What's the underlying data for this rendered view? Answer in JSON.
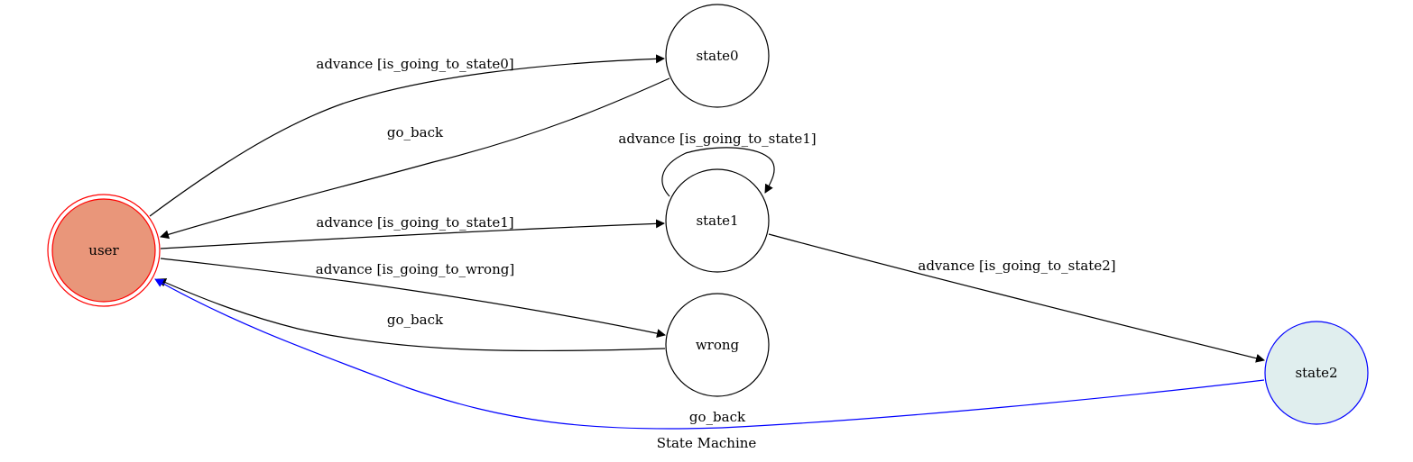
{
  "title": "State Machine",
  "colors": {
    "edge_default": "#000000",
    "edge_highlight": "#0000ff",
    "user_fill": "#e9967a",
    "user_stroke": "#ff0000",
    "state2_fill": "#e0eeee",
    "state2_stroke": "#0000ff"
  },
  "nodes": {
    "user": "user",
    "state0": "state0",
    "state1": "state1",
    "wrong": "wrong",
    "state2": "state2"
  },
  "edges": {
    "user_state0": "advance [is_going_to_state0]",
    "state0_user": "go_back",
    "state1_loop": "advance [is_going_to_state1]",
    "user_state1": "advance [is_going_to_state1]",
    "user_wrong": "advance [is_going_to_wrong]",
    "wrong_user": "go_back",
    "state1_state2": "advance [is_going_to_state2]",
    "state2_user": "go_back"
  }
}
